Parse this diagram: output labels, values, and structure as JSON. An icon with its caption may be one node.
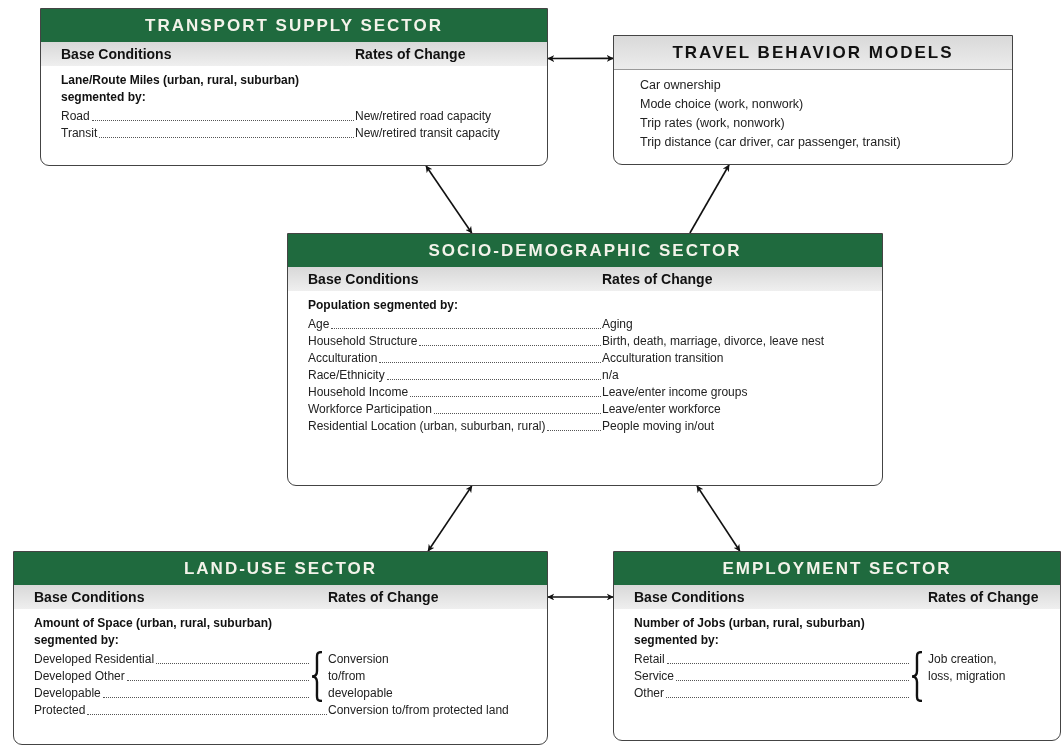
{
  "diagram": {
    "nodes": [
      {
        "text": [
          "TRANSPORT SUPPLY SECTOR",
          "Base Conditions",
          "Rates of Change",
          "Lane/Route Miles (urban, rural, suburban) segmented by:",
          "Road",
          "New/retired road capacity",
          "Transit",
          "New/retired transit capacity"
        ]
      },
      {
        "text": [
          "TRAVEL BEHAVIOR MODELS",
          "Car ownership",
          "Mode choice (work, nonwork)",
          "Trip rates (work, nonwork)",
          "Trip distance (car driver, car passenger, transit)"
        ]
      },
      {
        "text": [
          "SOCIO-DEMOGRAPHIC SECTOR",
          "Base Conditions",
          "Rates of Change",
          "Population segmented by:",
          "Age",
          "Aging",
          "Household Structure",
          "Birth, death, marriage, divorce, leave nest",
          "Acculturation",
          "Acculturation transition",
          "Race/Ethnicity",
          "n/a",
          "Household Income",
          "Leave/enter income groups",
          "Workforce Participation",
          "Leave/enter workforce",
          "Residential Location (urban, suburban, rural)",
          "People moving in/out"
        ]
      },
      {
        "text": [
          "LAND-USE SECTOR",
          "Base Conditions",
          "Rates of Change",
          "Amount of Space (urban, rural, suburban) segmented by:",
          "Developed Residential",
          "Developed Other",
          "Developable",
          "Conversion to/from developable",
          "Protected",
          "Conversion to/from protected land"
        ]
      },
      {
        "text": [
          "EMPLOYMENT SECTOR",
          "Base Conditions",
          "Rates of Change",
          "Number of Jobs (urban, rural, suburban) segmented by:",
          "Retail",
          "Service",
          "Other",
          "Job creation, loss, migration"
        ]
      }
    ],
    "edges": [
      {
        "from": 0,
        "to": 1,
        "arrow": "both"
      },
      {
        "from": 0,
        "to": 2,
        "arrow": "both"
      },
      {
        "from": 2,
        "to": 1,
        "arrow": "to"
      },
      {
        "from": 2,
        "to": 3,
        "arrow": "both"
      },
      {
        "from": 2,
        "to": 4,
        "arrow": "both"
      },
      {
        "from": 3,
        "to": 4,
        "arrow": "both"
      }
    ]
  }
}
